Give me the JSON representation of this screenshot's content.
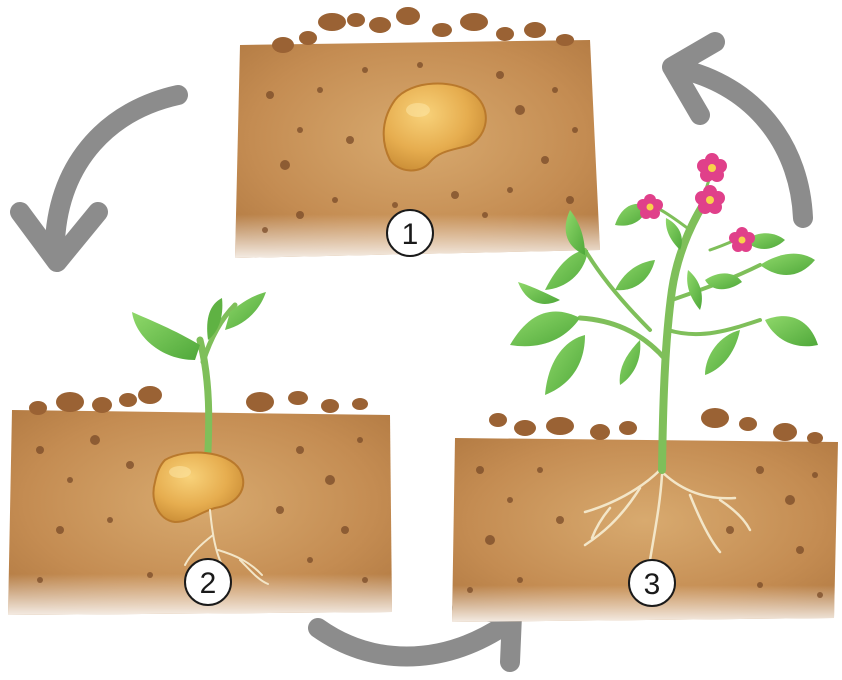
{
  "diagram": {
    "steps": [
      {
        "number": "1"
      },
      {
        "number": "2"
      },
      {
        "number": "3"
      }
    ],
    "colors": {
      "soil": "#c9965a",
      "soil_light": "#ddb27a",
      "soil_dark": "#8a5a32",
      "tuber": "#e2a94a",
      "leaf": "#6cc04a",
      "stem": "#7fbf5a",
      "flower": "#e0408a",
      "arrow": "#8c8c8c",
      "root": "#f3e6c8"
    },
    "icons": [
      "cycle-arrow-icon",
      "potato-tuber-icon",
      "sprout-icon",
      "potato-plant-icon",
      "flower-icon"
    ]
  }
}
